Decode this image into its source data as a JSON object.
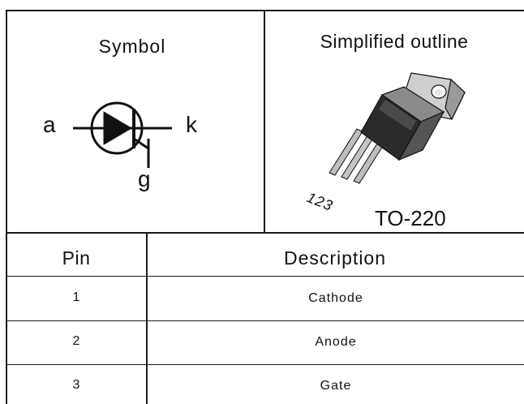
{
  "symbol": {
    "title": "Symbol",
    "terminals": {
      "anode": "a",
      "cathode": "k",
      "gate": "g"
    }
  },
  "outline": {
    "title": "Simplified outline",
    "pin_numbers": "123",
    "package": "TO-220"
  },
  "pin_table": {
    "headers": {
      "pin": "Pin",
      "description": "Description"
    },
    "rows": [
      {
        "pin": "1",
        "description": "Cathode"
      },
      {
        "pin": "2",
        "description": "Anode"
      },
      {
        "pin": "3",
        "description": "Gate"
      }
    ]
  }
}
